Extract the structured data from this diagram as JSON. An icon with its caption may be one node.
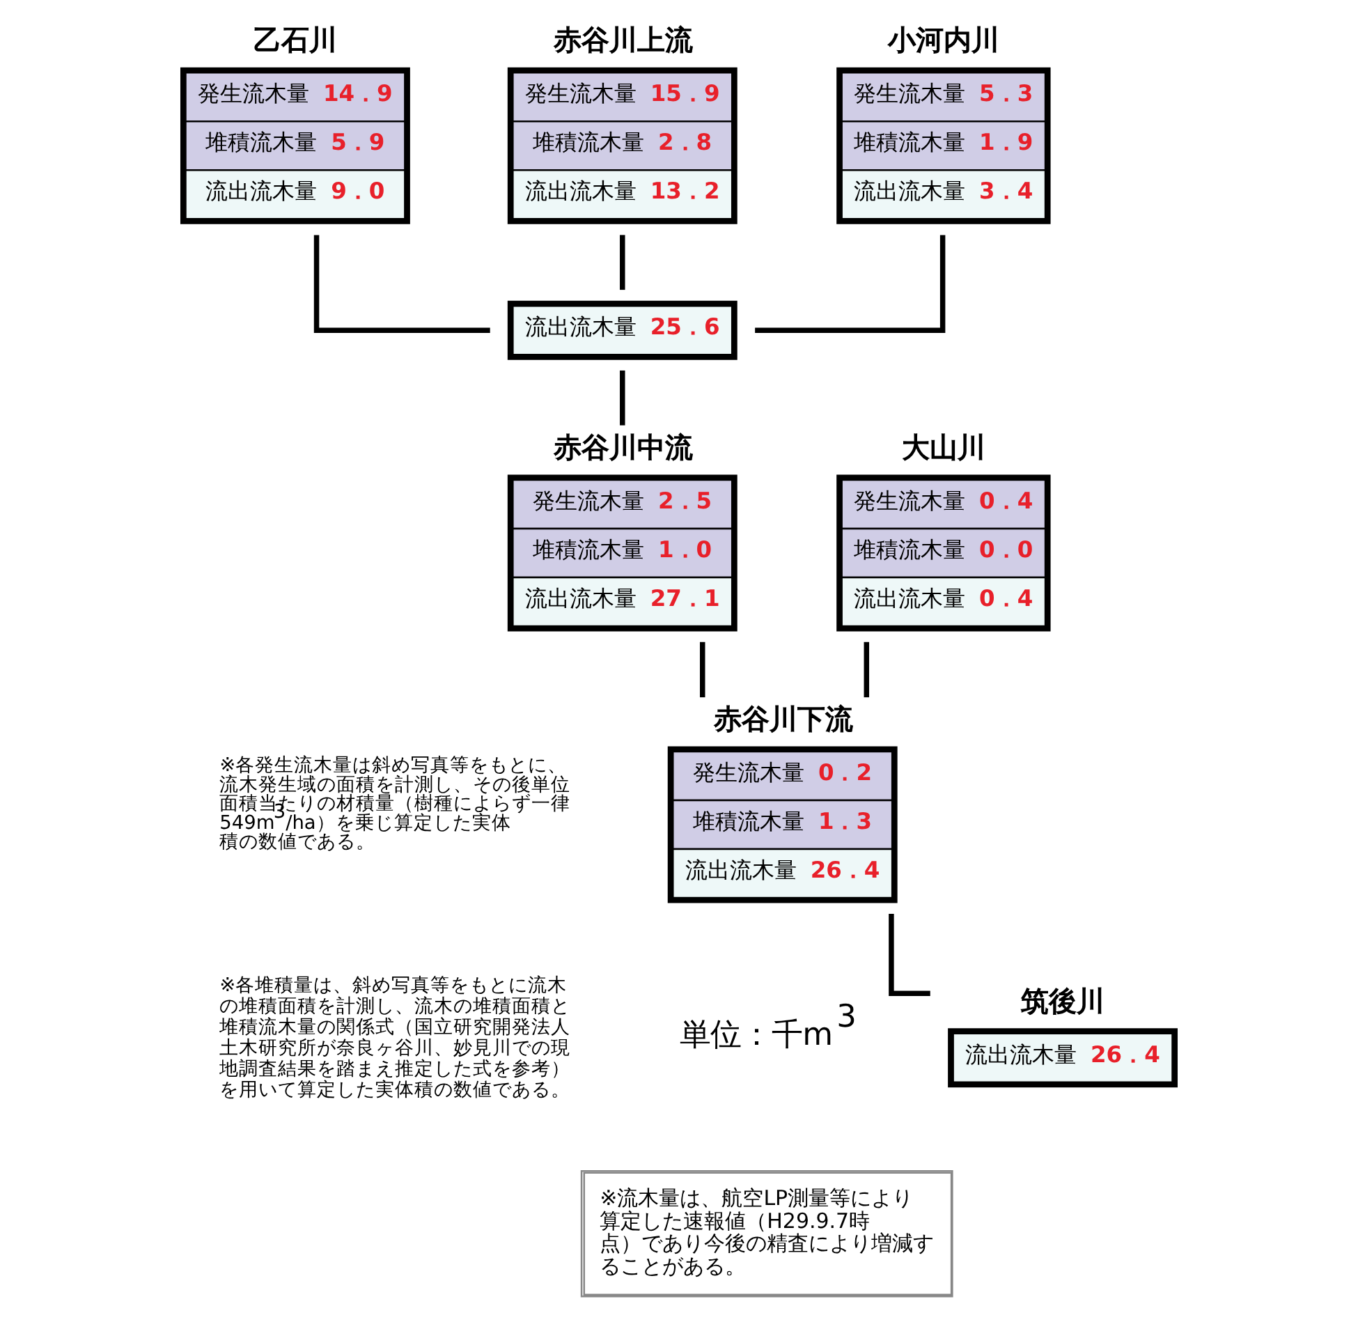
{
  "diagram": {
    "nodes": [
      {
        "text": [
          "乙石川",
          "発生流木量 14．9",
          "堆積流木量 5．9",
          "流出流木量 9．0"
        ]
      },
      {
        "text": [
          "赤谷川上流",
          "発生流木量 15．9",
          "堆積流木量 2．8",
          "流出流木量 13．2"
        ]
      },
      {
        "text": [
          "小河内川",
          "発生流木量 5．3",
          "堆積流木量 1．9",
          "流出流木量 3．4"
        ]
      },
      {
        "text": [
          "流出流木量 25．6"
        ]
      },
      {
        "text": [
          "赤谷川中流",
          "発生流木量 2．5",
          "堆積流木量 1．0",
          "流出流木量 27．1"
        ]
      },
      {
        "text": [
          "大山川",
          "発生流木量 0．4",
          "堆積流木量 0．0",
          "流出流木量 0．4"
        ]
      },
      {
        "text": [
          "赤谷川下流",
          "発生流木量 0．2",
          "堆積流木量 1．3",
          "流出流木量 26．4"
        ]
      },
      {
        "text": [
          "筑後川",
          "流出流木量 26．4"
        ]
      },
      {
        "text": [
          "※流木量は、航空LP測量等により算定した速報値（H29.9.7時点）であり今後の精査により増減することがある。"
        ]
      }
    ],
    "edges": [
      {
        "from": 0,
        "to": 3,
        "arrow": "none"
      },
      {
        "from": 1,
        "to": 3,
        "arrow": "none"
      },
      {
        "from": 2,
        "to": 3,
        "arrow": "none"
      },
      {
        "from": 3,
        "to": 4,
        "arrow": "none"
      },
      {
        "from": 4,
        "to": 6,
        "arrow": "none"
      },
      {
        "from": 5,
        "to": 6,
        "arrow": "none"
      },
      {
        "from": 6,
        "to": 7,
        "arrow": "none"
      }
    ],
    "labels": [
      "※各発生流木量は斜め写真等をもとに、流木発生域の面積を計測し、その後単位面積当たりの材積量（樹種によらず一律549m$^{3}$/ha）を乗じ算定した実体積の数値である。",
      "※各堆積量は、斜め写真等をもとに流木の堆積面積を計測し、流木の堆積面積と堆積流木量の関係式（国立研究開発法人土木研究所が奈良ヶ谷川、妙見川での現地調査結果を踏まえ推定した式を参考）を用いて算定した実体積の数値である。",
      "単位：千m$^{3}$"
    ]
  }
}
